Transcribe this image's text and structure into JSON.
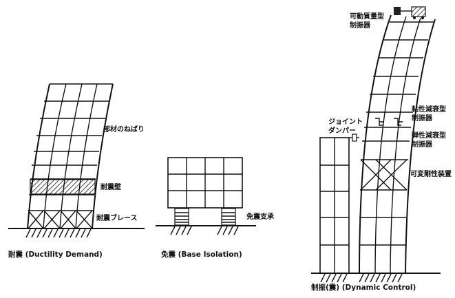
{
  "figure": {
    "ductility": {
      "caption": "耐震 (Ductility Demand)",
      "members_bending_label": "部材のねばり",
      "shear_wall_label": "耐震壁",
      "brace_label": "耐震ブレース"
    },
    "isolation": {
      "caption": "免震 (Base Isolation)",
      "bearing_label": "免震支承"
    },
    "control": {
      "caption": "制振(震) (Dynamic Control)",
      "tmd_label_1": "可動質量型",
      "tmd_label_2": "制振器",
      "joint_label_1": "ジョイント",
      "joint_label_2": "ダンパー",
      "viscous_label_1": "粘性減衰型",
      "viscous_label_2": "制振器",
      "elastoplastic_label_1": "弾性減衰型",
      "elastoplastic_label_2": "制振器",
      "variable_stiffness_label": "可変剛性装置"
    }
  }
}
